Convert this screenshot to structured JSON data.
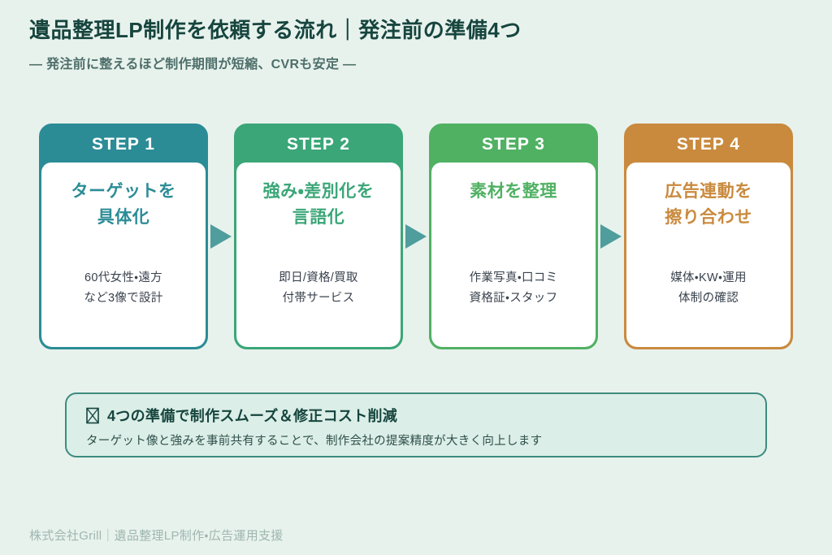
{
  "colors": {
    "bg": "#e8f2ed",
    "title-text": "#16453e",
    "subtitle-text": "#4d6e69",
    "step1": "#2b8c96",
    "step2": "#3ba678",
    "step3": "#50b163",
    "step4": "#c98a3e",
    "arrow": "#4f9d9d",
    "card-bg": "#ffffff",
    "desc-text": "#39424d",
    "callout-bg": "#dbeee7",
    "callout-border": "#3d8b7e",
    "callout-title-text": "#16453e",
    "callout-body-text": "#2f4f4a",
    "footer-text": "#9fb6b1"
  },
  "header": {
    "title": "遺品整理LP制作を依頼する流れ｜発注前の準備4つ",
    "subtitle": "— 発注前に整えるほど制作期間が短縮、CVRも安定 —"
  },
  "steps": [
    {
      "label": "STEP 1",
      "title": "ターゲットを\n具体化",
      "desc": "60代女性・遠方\nなど3像で設計"
    },
    {
      "label": "STEP 2",
      "title": "強み・差別化を\n言語化",
      "desc": "即日/資格/買取\n付帯サービス"
    },
    {
      "label": "STEP 3",
      "title": "素材を整理",
      "desc": "作業写真・口コミ\n資格証・スタッフ"
    },
    {
      "label": "STEP 4",
      "title": "広告連動を\n擦り合わせ",
      "desc": "媒体・KW・運用\n体制の確認"
    }
  ],
  "callout": {
    "icon": "missing-glyph-box-x",
    "title": "4つの準備で制作スムーズ＆修正コスト削減",
    "body": "ターゲット像と強みを事前共有することで、制作会社の提案精度が大きく向上します"
  },
  "footer": {
    "text": "株式会社Grill｜遺品整理LP制作・広告運用支援"
  }
}
